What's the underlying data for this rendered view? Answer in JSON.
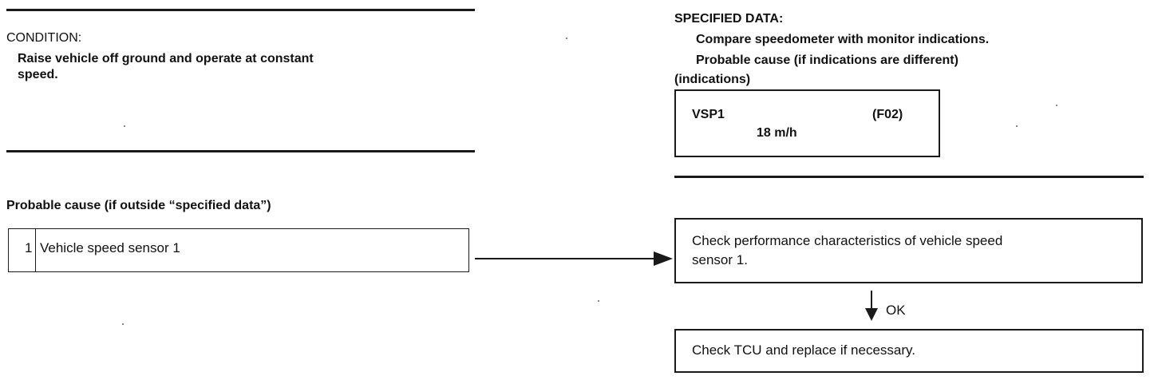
{
  "condition": {
    "heading": "CONDITION:",
    "line1": "Raise vehicle off ground and operate at constant",
    "line2": "speed."
  },
  "specified": {
    "heading": "SPECIFIED DATA:",
    "line1": "Compare speedometer with monitor indications.",
    "line2": "Probable cause (if indications are different)",
    "indications": "(indications)",
    "monitor": {
      "item": "VSP1",
      "code": "(F02)",
      "value": "18 m/h"
    }
  },
  "probable": {
    "heading": "Probable cause (if outside “specified data”)",
    "items": [
      {
        "number": "1",
        "label": "Vehicle speed sensor 1"
      }
    ]
  },
  "flow": {
    "step1_line1": "Check performance characteristics of vehicle speed",
    "step1_line2": "sensor 1.",
    "ok_label": "OK",
    "step2": "Check TCU and replace if necessary."
  }
}
